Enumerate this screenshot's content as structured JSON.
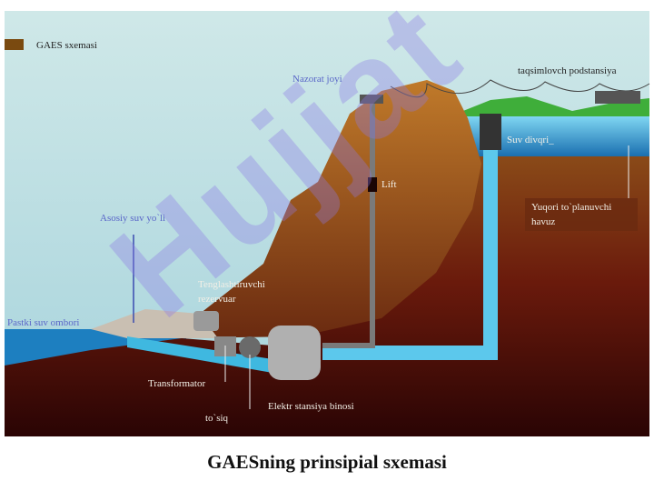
{
  "legend": {
    "label": "GAES sxemasi",
    "swatch_color": "#7a4a10"
  },
  "labels": {
    "control": "Nazorat joyi",
    "substation": "taqsimlovch podstansiya",
    "water_intake": "Suv divqri_",
    "lift": "Lift",
    "upper_pool_1": "Yuqori to`planuvchi",
    "upper_pool_2": "havuz",
    "main_waterway": "Asosiy suv yo`li",
    "surge_tank_1": "Tenglashtiruvchi",
    "surge_tank_2": "rezervuar",
    "lower_reservoir": "Pastki suv ombori",
    "transformer": "Transformator",
    "barrier": "to`siq",
    "powerhouse": "Elektr stansiya binosi"
  },
  "caption": "GAESning prinsipial sxemasi",
  "watermark": "Hujjat",
  "colors": {
    "sky": "#c3e2e6",
    "water": "#1d7fc0",
    "mountain": "#a0601c",
    "ground": "#4a0808",
    "grass": "#3fae3a",
    "pipe": "#5cc8ec"
  }
}
